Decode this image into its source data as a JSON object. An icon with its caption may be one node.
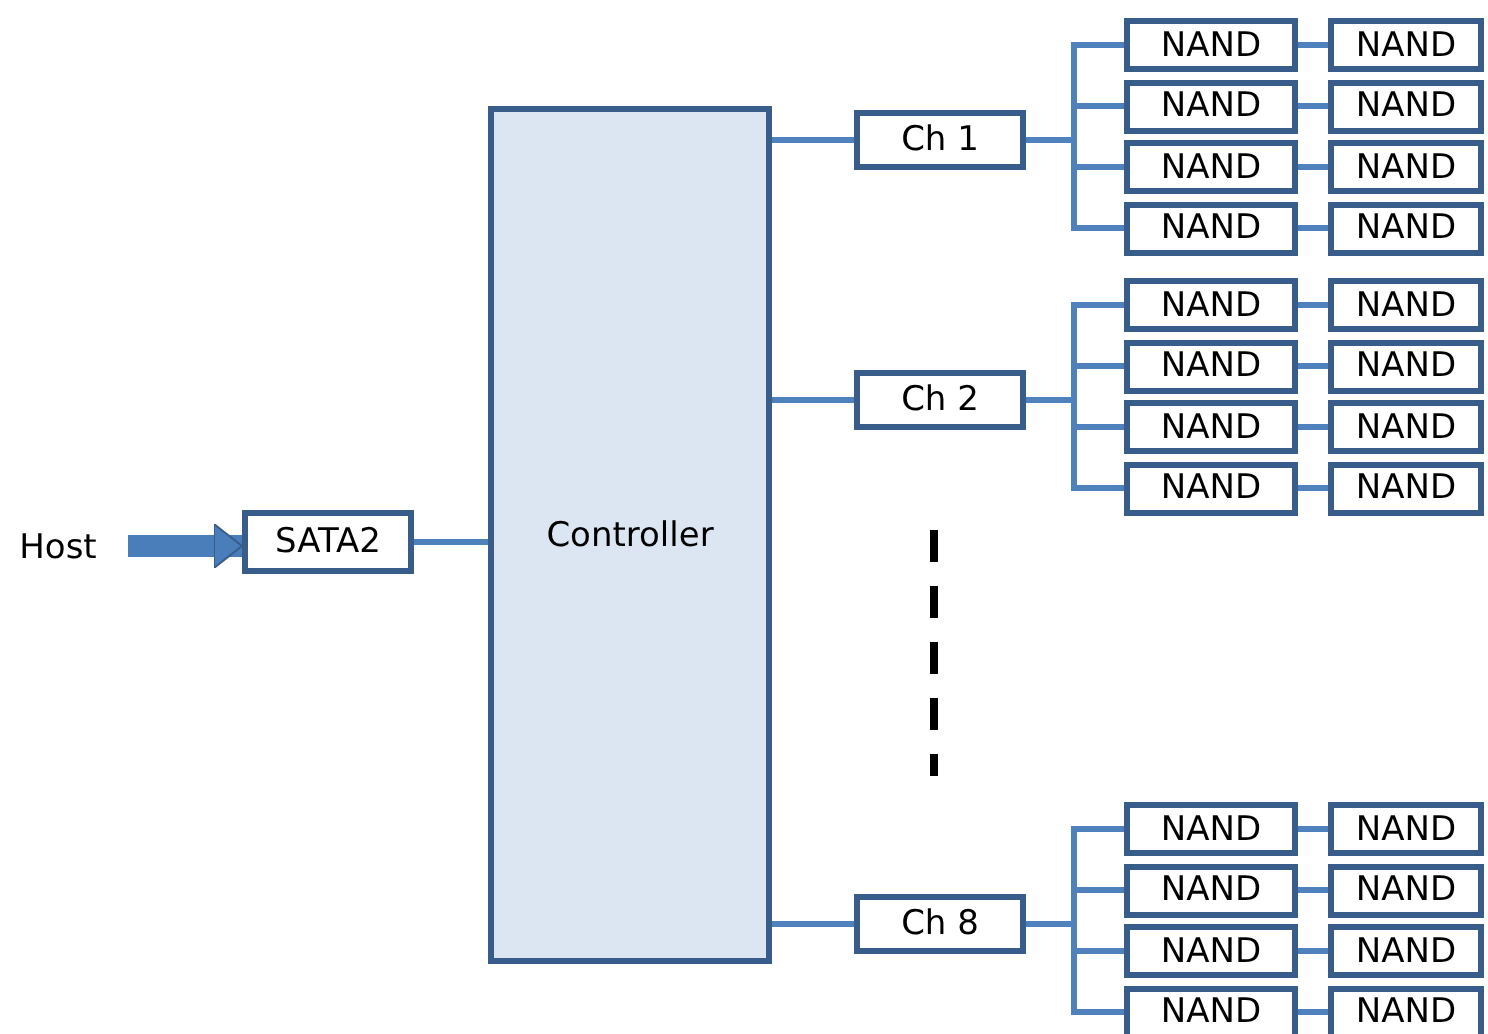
{
  "diagram": {
    "nodes": [
      {
        "text": [
          "Host"
        ]
      },
      {
        "text": [
          "SATA2"
        ]
      },
      {
        "text": [
          "Controller"
        ]
      },
      {
        "text": [
          "Ch 1"
        ]
      },
      {
        "text": [
          "Ch 2"
        ]
      },
      {
        "text": [
          "Ch 8"
        ]
      },
      {
        "text": [
          "NAND"
        ]
      },
      {
        "text": [
          "NAND"
        ]
      },
      {
        "text": [
          "NAND"
        ]
      },
      {
        "text": [
          "NAND"
        ]
      },
      {
        "text": [
          "NAND"
        ]
      },
      {
        "text": [
          "NAND"
        ]
      },
      {
        "text": [
          "NAND"
        ]
      },
      {
        "text": [
          "NAND"
        ]
      },
      {
        "text": [
          "NAND"
        ]
      },
      {
        "text": [
          "NAND"
        ]
      },
      {
        "text": [
          "NAND"
        ]
      },
      {
        "text": [
          "NAND"
        ]
      },
      {
        "text": [
          "NAND"
        ]
      },
      {
        "text": [
          "NAND"
        ]
      },
      {
        "text": [
          "NAND"
        ]
      },
      {
        "text": [
          "NAND"
        ]
      },
      {
        "text": [
          "NAND"
        ]
      },
      {
        "text": [
          "NAND"
        ]
      },
      {
        "text": [
          "NAND"
        ]
      },
      {
        "text": [
          "NAND"
        ]
      },
      {
        "text": [
          "NAND"
        ]
      },
      {
        "text": [
          "NAND"
        ]
      },
      {
        "text": [
          "NAND"
        ]
      },
      {
        "text": [
          "NAND"
        ]
      }
    ],
    "edges": [
      {
        "from": 0,
        "to": 1,
        "arrow": "to",
        "style": "thick"
      },
      {
        "from": 1,
        "to": 2,
        "arrow": "none"
      },
      {
        "from": 2,
        "to": 3,
        "arrow": "none"
      },
      {
        "from": 2,
        "to": 4,
        "arrow": "none"
      },
      {
        "from": 2,
        "to": 5,
        "arrow": "none"
      },
      {
        "from": 3,
        "to": 6,
        "arrow": "none"
      },
      {
        "from": 3,
        "to": 8,
        "arrow": "none"
      },
      {
        "from": 3,
        "to": 10,
        "arrow": "none"
      },
      {
        "from": 3,
        "to": 12,
        "arrow": "none"
      },
      {
        "from": 6,
        "to": 7,
        "arrow": "none"
      },
      {
        "from": 8,
        "to": 9,
        "arrow": "none"
      },
      {
        "from": 10,
        "to": 11,
        "arrow": "none"
      },
      {
        "from": 12,
        "to": 13,
        "arrow": "none"
      },
      {
        "from": 4,
        "to": 14,
        "arrow": "none"
      },
      {
        "from": 4,
        "to": 16,
        "arrow": "none"
      },
      {
        "from": 4,
        "to": 18,
        "arrow": "none"
      },
      {
        "from": 4,
        "to": 20,
        "arrow": "none"
      },
      {
        "from": 14,
        "to": 15,
        "arrow": "none"
      },
      {
        "from": 16,
        "to": 17,
        "arrow": "none"
      },
      {
        "from": 18,
        "to": 19,
        "arrow": "none"
      },
      {
        "from": 20,
        "to": 21,
        "arrow": "none"
      },
      {
        "from": 5,
        "to": 22,
        "arrow": "none"
      },
      {
        "from": 5,
        "to": 24,
        "arrow": "none"
      },
      {
        "from": 5,
        "to": 26,
        "arrow": "none"
      },
      {
        "from": 5,
        "to": 28,
        "arrow": "none"
      },
      {
        "from": 22,
        "to": 23,
        "arrow": "none"
      },
      {
        "from": 24,
        "to": 25,
        "arrow": "none"
      },
      {
        "from": 26,
        "to": 27,
        "arrow": "none"
      },
      {
        "from": 28,
        "to": 29,
        "arrow": "none"
      }
    ]
  }
}
